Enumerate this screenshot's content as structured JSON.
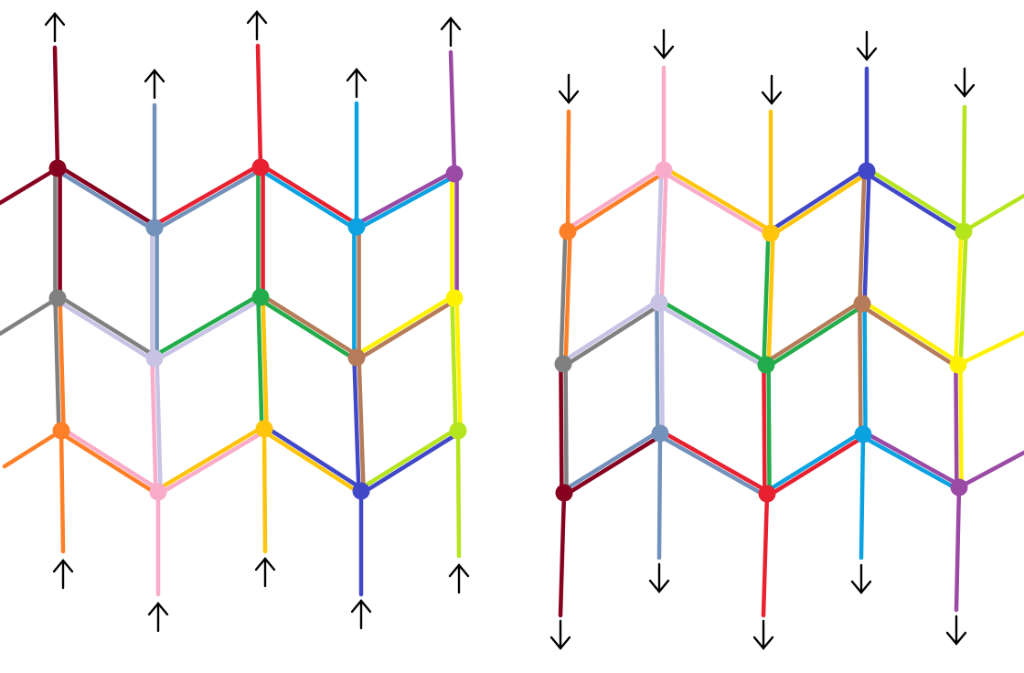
{
  "colors": {
    "maroon": "#86001f",
    "slateblue": "#7292bb",
    "red": "#e8202f",
    "sky": "#0aa2e0",
    "purple": "#9a4aa5",
    "gray": "#808080",
    "lavender": "#c8c2e4",
    "green": "#23ac4b",
    "brown": "#b67b58",
    "yellow": "#fef200",
    "orange": "#fd7f27",
    "pink": "#f8acc9",
    "gold": "#fec50b",
    "indigo": "#4148c8",
    "lime": "#b5e51d"
  },
  "panels": [
    {
      "id": "left",
      "arrow_direction": "up",
      "columns": [
        {
          "top": "maroon",
          "bottom": "orange"
        },
        {
          "top": "slateblue",
          "bottom": "pink"
        },
        {
          "top": "red",
          "bottom": "gold"
        },
        {
          "top": "sky",
          "bottom": "indigo"
        },
        {
          "top": "purple",
          "bottom": "lime"
        }
      ]
    },
    {
      "id": "right",
      "arrow_direction": "down",
      "columns": [
        {
          "top": "orange",
          "bottom": "maroon"
        },
        {
          "top": "pink",
          "bottom": "slateblue"
        },
        {
          "top": "gold",
          "bottom": "red"
        },
        {
          "top": "indigo",
          "bottom": "sky"
        },
        {
          "top": "lime",
          "bottom": "purple"
        }
      ]
    }
  ]
}
